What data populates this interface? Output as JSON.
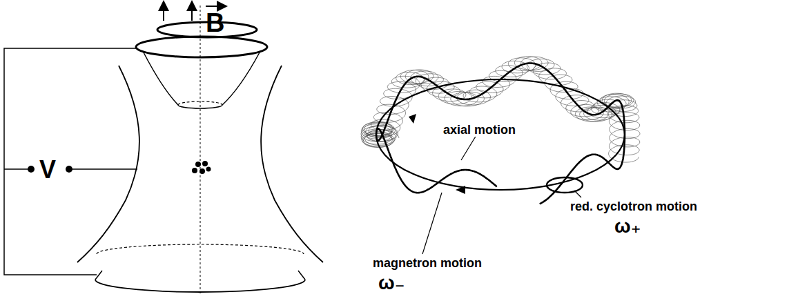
{
  "diagram": {
    "labels": [
      "V",
      "B",
      "axial motion",
      "magnetron motion",
      "ω₋",
      "red. cyclotron motion",
      "ω₊"
    ]
  }
}
